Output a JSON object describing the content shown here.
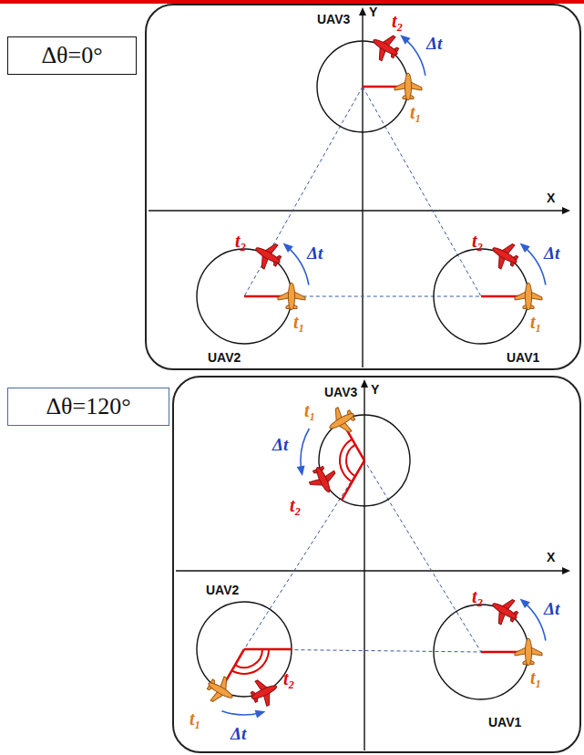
{
  "diagram": {
    "nodes": [
      {
        "text": [
          "Δθ=0°"
        ]
      },
      {
        "text": [
          "Δθ=120°"
        ]
      }
    ],
    "labels": [
      "UAV3",
      "Y",
      "t₂",
      "Δt",
      "t₁",
      "X",
      "t₂",
      "Δt",
      "t₁",
      "t₂",
      "Δt",
      "t₁",
      "UAV2",
      "UAV1",
      "UAV3",
      "Y",
      "t₁",
      "Δt",
      "t₂",
      "X",
      "UAV2",
      "t₂",
      "Δt",
      "t₁",
      "t₂",
      "Δt",
      "t₁",
      "UAV1"
    ]
  }
}
